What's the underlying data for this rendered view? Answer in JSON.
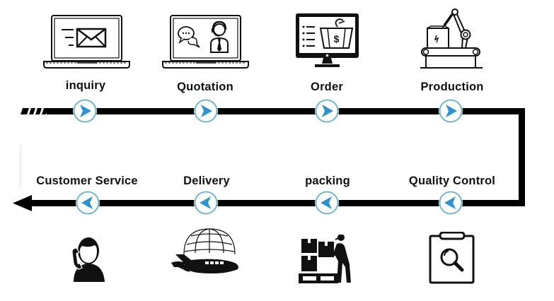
{
  "diagram": {
    "type": "process-flow",
    "direction": "left-to-right top row, then right-to-left bottom row",
    "colors": {
      "line": "#000000",
      "arrow_fill": "#2a93d5",
      "arrow_ring": "#5fb3c9",
      "text": "#111111"
    },
    "steps": [
      {
        "order": 1,
        "label": "inquiry",
        "icon": "laptop-mail-icon",
        "row": "top",
        "arrow": "right"
      },
      {
        "order": 2,
        "label": "Quotation",
        "icon": "laptop-support-chat-icon",
        "row": "top",
        "arrow": "right"
      },
      {
        "order": 3,
        "label": "Order",
        "icon": "monitor-shopping-basket-icon",
        "row": "top",
        "arrow": "right"
      },
      {
        "order": 4,
        "label": "Production",
        "icon": "robot-arm-conveyor-icon",
        "row": "top",
        "arrow": "right"
      },
      {
        "order": 5,
        "label": "Quality Control",
        "icon": "clipboard-magnifier-icon",
        "row": "bottom",
        "arrow": "left"
      },
      {
        "order": 6,
        "label": "packing",
        "icon": "worker-boxes-pallet-icon",
        "row": "bottom",
        "arrow": "left"
      },
      {
        "order": 7,
        "label": "Delivery",
        "icon": "airplane-globe-icon",
        "row": "bottom",
        "arrow": "left"
      },
      {
        "order": 8,
        "label": "Customer Service",
        "icon": "person-phone-icon",
        "row": "bottom",
        "arrow": "left"
      }
    ]
  }
}
